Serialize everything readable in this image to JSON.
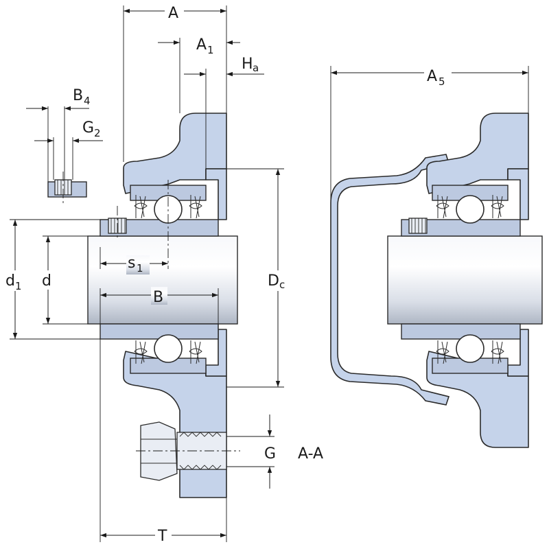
{
  "labels": {
    "A": "A",
    "A1": "A",
    "A1_sub": "1",
    "Ha": "H",
    "Ha_sub": "a",
    "A5": "A",
    "A5_sub": "5",
    "B4": "B",
    "B4_sub": "4",
    "G2": "G",
    "G2_sub": "2",
    "d1": "d",
    "d1_sub": "1",
    "d": "d",
    "s1": "s",
    "s1_sub": "1",
    "B": "B",
    "Dc": "D",
    "Dc_sub": "c",
    "G": "G",
    "T": "T",
    "section": "A-A"
  },
  "colors": {
    "housing": "#c5d3ea",
    "shaft_light": "#f4f6fa",
    "shaft_dark": "#bfc6d2",
    "line": "#1a1a1a"
  }
}
